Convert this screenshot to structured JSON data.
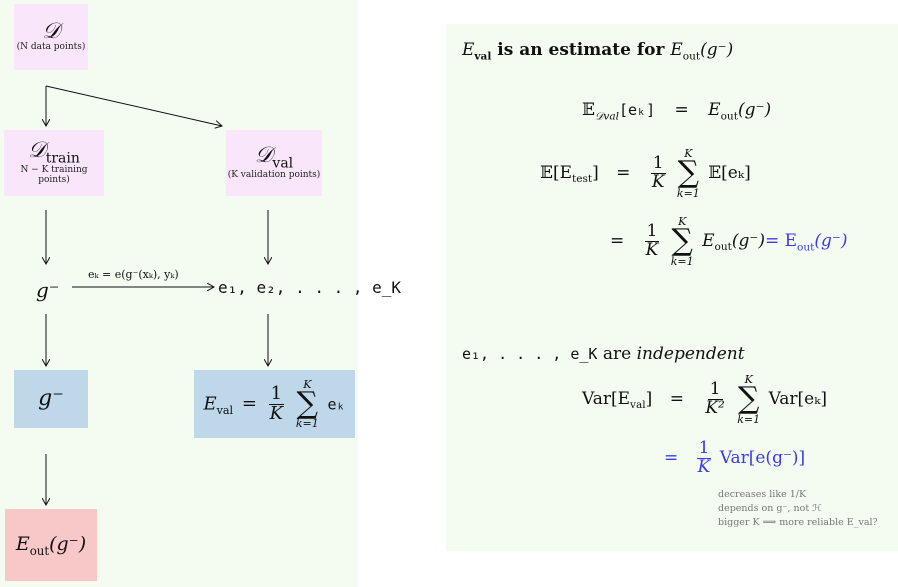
{
  "left_diagram": {
    "dataset": {
      "symbol": "𝒟",
      "note": "(N data points)"
    },
    "train": {
      "symbol": "𝒟",
      "sub": "train",
      "note": "N − K training points)"
    },
    "val": {
      "symbol": "𝒟",
      "sub": "val",
      "note": "(K validation points)"
    },
    "g_minus": "g⁻",
    "edge_label": "eₖ = e(g⁻(xₖ), yₖ)",
    "errors_list": "e₁, e₂, . . . , e_K",
    "g_minus_box": "g⁻",
    "e_val_lhs": "E",
    "e_val_sub": "val",
    "e_val_eq": "=",
    "e_val_num": "1",
    "e_val_den": "K",
    "e_val_sum_top": "K",
    "e_val_sum_bot": "k=1",
    "e_val_term": "eₖ",
    "e_out_box": "E",
    "e_out_sub": "out",
    "e_out_arg": "(g⁻)"
  },
  "right_panel": {
    "heading_part1": "E",
    "heading_sub1": "val",
    "heading_mid": " is an estimate for ",
    "heading_part2": "E",
    "heading_sub2": "out",
    "heading_arg": "(g⁻)",
    "eq1": {
      "lhs": "𝔼",
      "lhs_sub": "𝒟val",
      "lhs_arg": "[eₖ]",
      "eq": "=",
      "rhs": "E",
      "rhs_sub": "out",
      "rhs_arg": "(g⁻)"
    },
    "eq2": {
      "lhs": "𝔼[E",
      "lhs_sub": "test",
      "lhs_close": "]",
      "eq": "=",
      "num": "1",
      "den": "K",
      "sum_top": "K",
      "sum_bot": "k=1",
      "term": "𝔼[eₖ]"
    },
    "eq3": {
      "eq": "=",
      "num": "1",
      "den": "K",
      "sum_top": "K",
      "sum_bot": "k=1",
      "term": "E",
      "term_sub": "out",
      "term_arg": "(g⁻)",
      "blue_rhs": "= E",
      "blue_sub": "out",
      "blue_arg": "(g⁻)"
    },
    "independence_prefix": "e₁, . . . , e_K",
    "independence_mid": " are ",
    "independence_word": "independent",
    "var1": {
      "lhs": "Var[E",
      "lhs_sub": "val",
      "lhs_close": "]",
      "eq": "=",
      "num": "1",
      "den": "K²",
      "sum_top": "K",
      "sum_bot": "k=1",
      "term": "Var[eₖ]"
    },
    "var2": {
      "eq": "=",
      "num": "1",
      "den": "K",
      "term": "Var[e(g⁻)]"
    },
    "notes": {
      "line1": "decreases like 1/K",
      "line2": "depends on g⁻, not ℋ",
      "line3": "bigger K ⟹ more reliable E_val?"
    }
  },
  "colors": {
    "panel_bg": "#f4fcf2",
    "pink": "#fae6fa",
    "blue_box": "#bed8ea",
    "red_box": "#f8c8c8",
    "blue_text": "#3a3ae6",
    "note_gray": "#777777"
  }
}
